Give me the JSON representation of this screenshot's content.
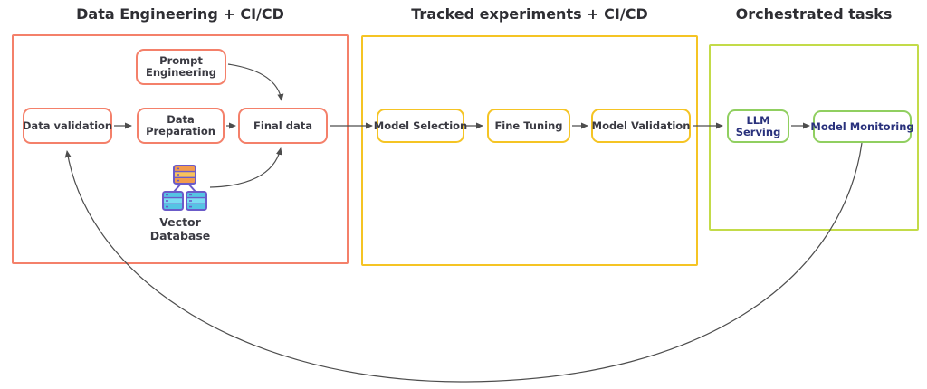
{
  "sections": [
    {
      "title": "Data Engineering + CI/CD",
      "nodes": {
        "prompt_engineering": "Prompt Engineering",
        "data_validation": "Data validation",
        "data_preparation": "Data Preparation",
        "final_data": "Final data"
      },
      "vector_database_label": "Vector Database"
    },
    {
      "title": "Tracked experiments + CI/CD",
      "nodes": {
        "model_selection": "Model Selection",
        "fine_tuning": "Fine Tuning",
        "model_validation": "Model Validation"
      }
    },
    {
      "title": "Orchestrated tasks",
      "nodes": {
        "llm_serving": "LLM Serving",
        "model_monitoring": "Model Monitoring"
      }
    }
  ],
  "colors": {
    "section_data_engineering_border": "#F4806A",
    "section_tracked_experiments_border": "#F5C424",
    "section_orchestrated_tasks_border": "#C3DB49",
    "node_green_border": "#90CF60",
    "label_dark": "#3A3A42",
    "label_navy": "#29317C",
    "arrow": "#4D4D4D",
    "icon_purple": "#6B5BC9",
    "icon_orange": "#F29B4D",
    "icon_orange_light": "#F8C35C",
    "icon_cyan": "#55C4E4",
    "icon_cyan_light": "#7ADCF2"
  }
}
